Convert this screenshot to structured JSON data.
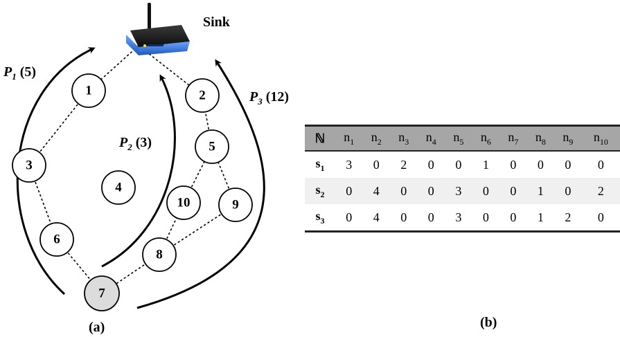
{
  "sink_label": "Sink",
  "source_node": "7",
  "nodes": [
    {
      "id": "1",
      "label": "1"
    },
    {
      "id": "2",
      "label": "2"
    },
    {
      "id": "3",
      "label": "3"
    },
    {
      "id": "4",
      "label": "4"
    },
    {
      "id": "5",
      "label": "5"
    },
    {
      "id": "6",
      "label": "6"
    },
    {
      "id": "7",
      "label": "7"
    },
    {
      "id": "8",
      "label": "8"
    },
    {
      "id": "9",
      "label": "9"
    },
    {
      "id": "10",
      "label": "10"
    }
  ],
  "edges": [
    [
      "sink",
      "1"
    ],
    [
      "sink",
      "2"
    ],
    [
      "1",
      "3"
    ],
    [
      "3",
      "6"
    ],
    [
      "6",
      "7"
    ],
    [
      "7",
      "8"
    ],
    [
      "8",
      "10"
    ],
    [
      "8",
      "9"
    ],
    [
      "10",
      "5"
    ],
    [
      "9",
      "5"
    ],
    [
      "5",
      "2"
    ]
  ],
  "paths": [
    {
      "name": "P",
      "sub": "1",
      "count": "(5)"
    },
    {
      "name": "P",
      "sub": "2",
      "count": "(3)"
    },
    {
      "name": "P",
      "sub": "3",
      "count": "(12)"
    }
  ],
  "caption_a": "(a)",
  "caption_b": "(b)",
  "table": {
    "corner": "ℕ",
    "columns": [
      {
        "base": "n",
        "sub": "1"
      },
      {
        "base": "n",
        "sub": "2"
      },
      {
        "base": "n",
        "sub": "3"
      },
      {
        "base": "n",
        "sub": "4"
      },
      {
        "base": "n",
        "sub": "5"
      },
      {
        "base": "n",
        "sub": "6"
      },
      {
        "base": "n",
        "sub": "7"
      },
      {
        "base": "n",
        "sub": "8"
      },
      {
        "base": "n",
        "sub": "9"
      },
      {
        "base": "n",
        "sub": "10"
      }
    ],
    "rows": [
      {
        "base": "s",
        "sub": "1",
        "values": [
          "3",
          "0",
          "2",
          "0",
          "0",
          "1",
          "0",
          "0",
          "0",
          "0"
        ]
      },
      {
        "base": "s",
        "sub": "2",
        "values": [
          "0",
          "4",
          "0",
          "0",
          "3",
          "0",
          "0",
          "1",
          "0",
          "2"
        ]
      },
      {
        "base": "s",
        "sub": "3",
        "values": [
          "0",
          "4",
          "0",
          "0",
          "3",
          "0",
          "0",
          "1",
          "2",
          "0"
        ]
      }
    ]
  },
  "colors": {
    "router_body": "#2f6fd6",
    "router_dark": "#111111",
    "source_fill": "#dcdcdc",
    "header_bg": "#a6a6a6"
  }
}
